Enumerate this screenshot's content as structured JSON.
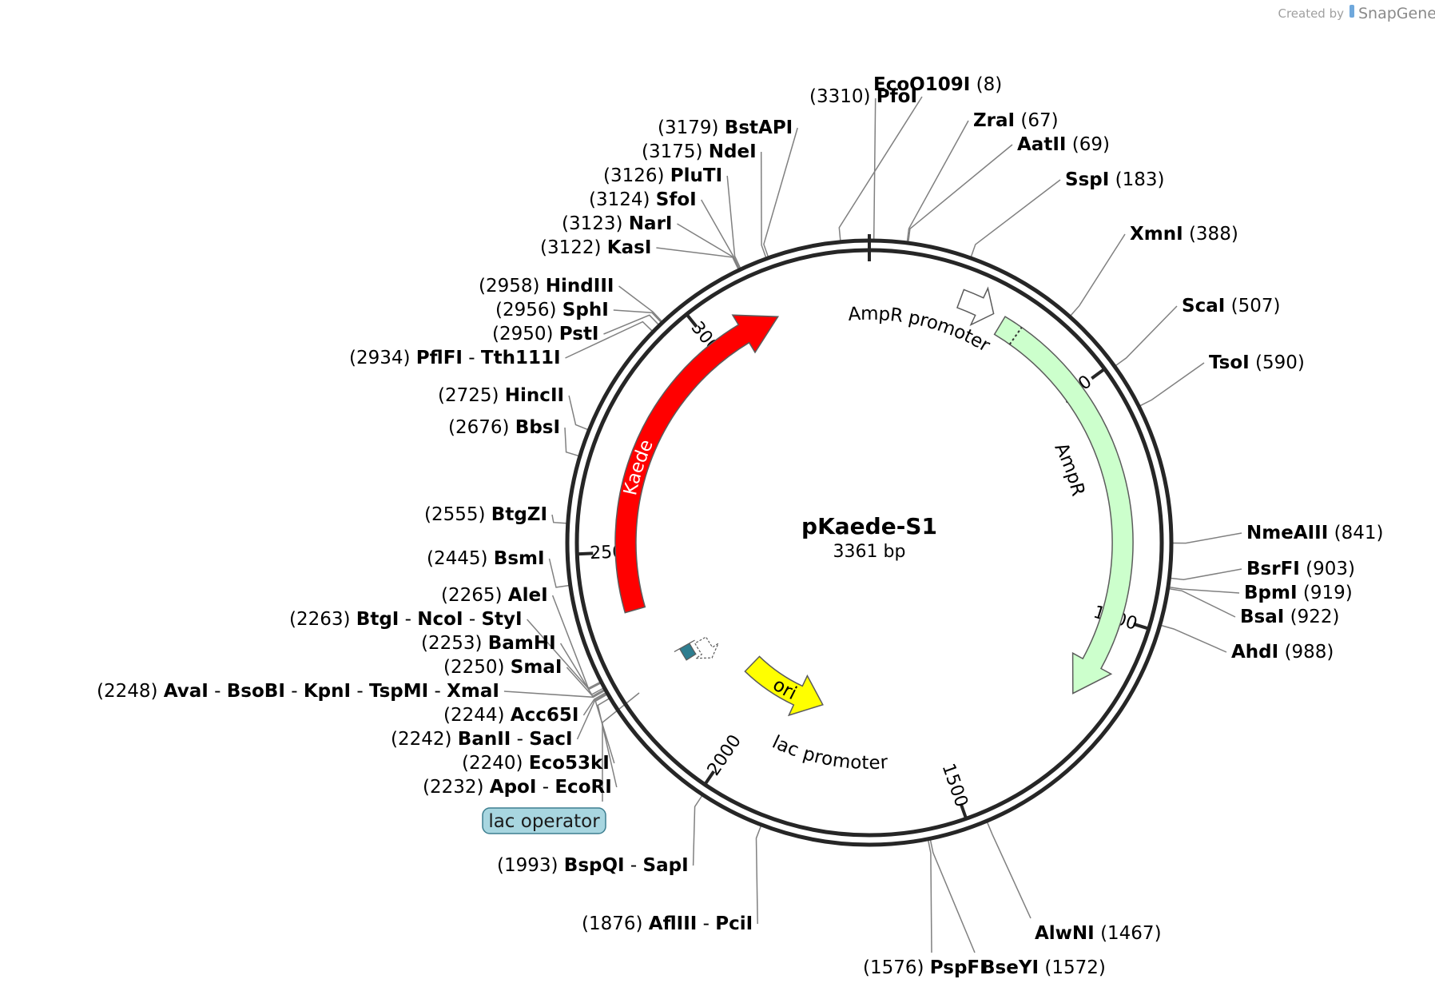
{
  "credit": {
    "prefix": "Created by",
    "brand": "SnapGene",
    "brand_color": "#6fa8dc"
  },
  "plasmid": {
    "name": "pKaede-S1",
    "length_label": "3361 bp",
    "length": 3361
  },
  "ruler_ticks": [
    "500",
    "1000",
    "1500",
    "2000",
    "2500",
    "3000"
  ],
  "features": [
    {
      "name": "AmpR promoter",
      "type": "promoter",
      "color": "#ffffff"
    },
    {
      "name": "AmpR",
      "type": "cds",
      "color": "#ccffcc"
    },
    {
      "name": "ori",
      "type": "rep_origin",
      "color": "#ffff00"
    },
    {
      "name": "Kaede",
      "type": "cds",
      "color": "#ff0000"
    },
    {
      "name": "lac promoter",
      "type": "promoter",
      "color": "#ffffff"
    },
    {
      "name": "lac operator",
      "type": "protein_bind",
      "color": "#2e7d8f",
      "label_bg": "#a8d6e0"
    }
  ],
  "sites": [
    {
      "pos": "(3310)",
      "names": [
        "PfoI"
      ]
    },
    {
      "pos": "(8)",
      "names": [
        "EcoO109I"
      ]
    },
    {
      "pos": "(67)",
      "names": [
        "ZraI"
      ]
    },
    {
      "pos": "(69)",
      "names": [
        "AatII"
      ]
    },
    {
      "pos": "(183)",
      "names": [
        "SspI"
      ]
    },
    {
      "pos": "(388)",
      "names": [
        "XmnI"
      ]
    },
    {
      "pos": "(507)",
      "names": [
        "ScaI"
      ]
    },
    {
      "pos": "(590)",
      "names": [
        "TsoI"
      ]
    },
    {
      "pos": "(841)",
      "names": [
        "NmeAIII"
      ]
    },
    {
      "pos": "(903)",
      "names": [
        "BsrFI"
      ]
    },
    {
      "pos": "(919)",
      "names": [
        "BpmI"
      ]
    },
    {
      "pos": "(922)",
      "names": [
        "BsaI"
      ]
    },
    {
      "pos": "(988)",
      "names": [
        "AhdI"
      ]
    },
    {
      "pos": "(1467)",
      "names": [
        "AlwNI"
      ]
    },
    {
      "pos": "(1572)",
      "names": [
        "BseYI"
      ]
    },
    {
      "pos": "(1576)",
      "names": [
        "PspFI"
      ]
    },
    {
      "pos": "(1876)",
      "names": [
        "AflIII",
        "PciI"
      ]
    },
    {
      "pos": "(1993)",
      "names": [
        "BspQI",
        "SapI"
      ]
    },
    {
      "pos": "(2232)",
      "names": [
        "ApoI",
        "EcoRI"
      ]
    },
    {
      "pos": "(2240)",
      "names": [
        "Eco53kI"
      ]
    },
    {
      "pos": "(2242)",
      "names": [
        "BanII",
        "SacI"
      ]
    },
    {
      "pos": "(2244)",
      "names": [
        "Acc65I"
      ]
    },
    {
      "pos": "(2248)",
      "names": [
        "AvaI",
        "BsoBI",
        "KpnI",
        "TspMI",
        "XmaI"
      ]
    },
    {
      "pos": "(2250)",
      "names": [
        "SmaI"
      ]
    },
    {
      "pos": "(2253)",
      "names": [
        "BamHI"
      ]
    },
    {
      "pos": "(2263)",
      "names": [
        "BtgI",
        "NcoI",
        "StyI"
      ]
    },
    {
      "pos": "(2265)",
      "names": [
        "AleI"
      ]
    },
    {
      "pos": "(2445)",
      "names": [
        "BsmI"
      ]
    },
    {
      "pos": "(2555)",
      "names": [
        "BtgZI"
      ]
    },
    {
      "pos": "(2676)",
      "names": [
        "BbsI"
      ]
    },
    {
      "pos": "(2725)",
      "names": [
        "HincII"
      ]
    },
    {
      "pos": "(2934)",
      "names": [
        "PflFI",
        "Tth111I"
      ]
    },
    {
      "pos": "(2950)",
      "names": [
        "PstI"
      ]
    },
    {
      "pos": "(2956)",
      "names": [
        "SphI"
      ]
    },
    {
      "pos": "(2958)",
      "names": [
        "HindIII"
      ]
    },
    {
      "pos": "(3122)",
      "names": [
        "KasI"
      ]
    },
    {
      "pos": "(3123)",
      "names": [
        "NarI"
      ]
    },
    {
      "pos": "(3124)",
      "names": [
        "SfoI"
      ]
    },
    {
      "pos": "(3126)",
      "names": [
        "PluTI"
      ]
    },
    {
      "pos": "(3175)",
      "names": [
        "NdeI"
      ]
    },
    {
      "pos": "(3179)",
      "names": [
        "BstAPI"
      ]
    }
  ]
}
